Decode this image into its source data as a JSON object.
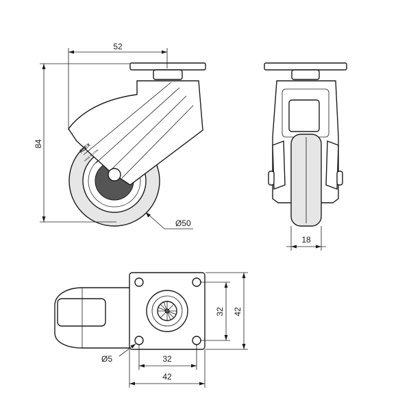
{
  "dimensions": {
    "side_width": "52",
    "side_height": "84",
    "wheel_diameter": "Ø50",
    "wheel_width": "18",
    "plate_hole_spacing_vertical": "32",
    "plate_size_vertical": "42",
    "plate_hole_spacing_horizontal": "32",
    "plate_size_horizontal": "42",
    "hole_diameter": "Ø5"
  },
  "markings": {
    "brand": "ALEX",
    "origin": "MADE IN SPAIN"
  }
}
